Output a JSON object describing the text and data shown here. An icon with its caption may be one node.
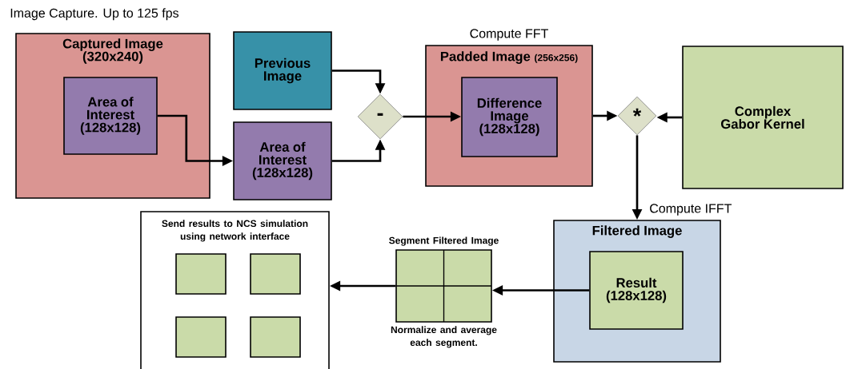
{
  "diagram": {
    "nodes": [
      {
        "text": [
          "Captured Image (320x240)"
        ]
      },
      {
        "text": [
          "Area of Interest (128x128)"
        ],
        "in": 0
      },
      {
        "text": [
          "Previous Image"
        ]
      },
      {
        "text": [
          "Area of Interest (128x128)"
        ]
      },
      {
        "text": [
          "-"
        ]
      },
      {
        "text": [
          "Padded Image",
          "(256x256)"
        ],
        "beside": [
          "Compute FFT"
        ]
      },
      {
        "text": [
          "Difference Image (128x128)"
        ],
        "in": 5
      },
      {
        "text": [
          "*"
        ]
      },
      {
        "text": [
          "Complex Gabor Kernel"
        ]
      },
      {
        "text": [
          "Filtered Image"
        ],
        "beside": [
          "Compute IFFT"
        ]
      },
      {
        "text": [
          "Result (128x128)"
        ],
        "in": 9
      },
      {
        "text": [
          "Segment Filtered Image"
        ],
        "beside": [
          "Normalize and average each segment."
        ]
      },
      {
        "text": [
          "Send results to NCS simulation using network interface"
        ]
      },
      {
        "text": [],
        "shape": "box",
        "in": 12
      },
      {
        "text": [],
        "shape": "box",
        "in": 12
      },
      {
        "text": [],
        "shape": "box",
        "in": 12
      },
      {
        "text": [],
        "shape": "box",
        "in": 12
      }
    ],
    "edges": [
      {
        "from": 1,
        "to": 3,
        "arrow": "to"
      },
      {
        "from": 2,
        "to": 4,
        "arrow": "to"
      },
      {
        "from": 3,
        "to": 4,
        "arrow": "to"
      },
      {
        "from": 4,
        "to": 6,
        "arrow": "to"
      },
      {
        "from": 5,
        "to": 7,
        "arrow": "to"
      },
      {
        "from": 8,
        "to": 7,
        "arrow": "to"
      },
      {
        "from": 7,
        "to": 9,
        "arrow": "to"
      },
      {
        "from": 10,
        "to": 11,
        "arrow": "to"
      },
      {
        "from": 11,
        "to": 12,
        "arrow": "to"
      }
    ],
    "labels": [
      "Image Capture. Up to 125 fps"
    ]
  }
}
